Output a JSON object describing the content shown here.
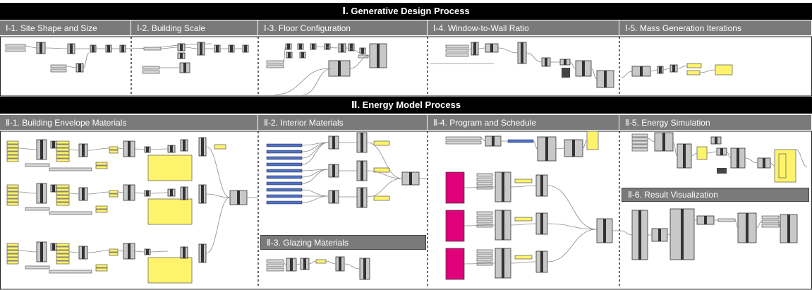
{
  "section1": {
    "title": "Ⅰ. Generative Design Process",
    "steps": [
      {
        "label": "Ⅰ-1. Site Shape and Size"
      },
      {
        "label": "Ⅰ-2. Building Scale"
      },
      {
        "label": "Ⅰ-3. Floor Configuration"
      },
      {
        "label": "Ⅰ-4. Window-to-Wall Ratio"
      },
      {
        "label": "Ⅰ-5. Mass Generation Iterations"
      }
    ]
  },
  "section2": {
    "title": "Ⅱ. Energy Model Process",
    "steps": [
      {
        "label": "Ⅱ-1. Building Envelope Materials"
      },
      {
        "label": "Ⅱ-2. Interior Materials"
      },
      {
        "label": "Ⅱ-4. Program and Schedule"
      },
      {
        "label": "Ⅱ-5. Energy Simulation"
      }
    ],
    "sub_steps": [
      {
        "label": "Ⅱ-3. Glazing Materials"
      },
      {
        "label": "Ⅱ-6. Result Visualization"
      }
    ]
  },
  "colors": {
    "banner": "#000000",
    "header": "#7a7a7a",
    "component": "#c8c8c8",
    "panel": "#fff36b",
    "slider": "#4f72c9",
    "param": "#e0007a",
    "wire": "#8a8a8a"
  }
}
